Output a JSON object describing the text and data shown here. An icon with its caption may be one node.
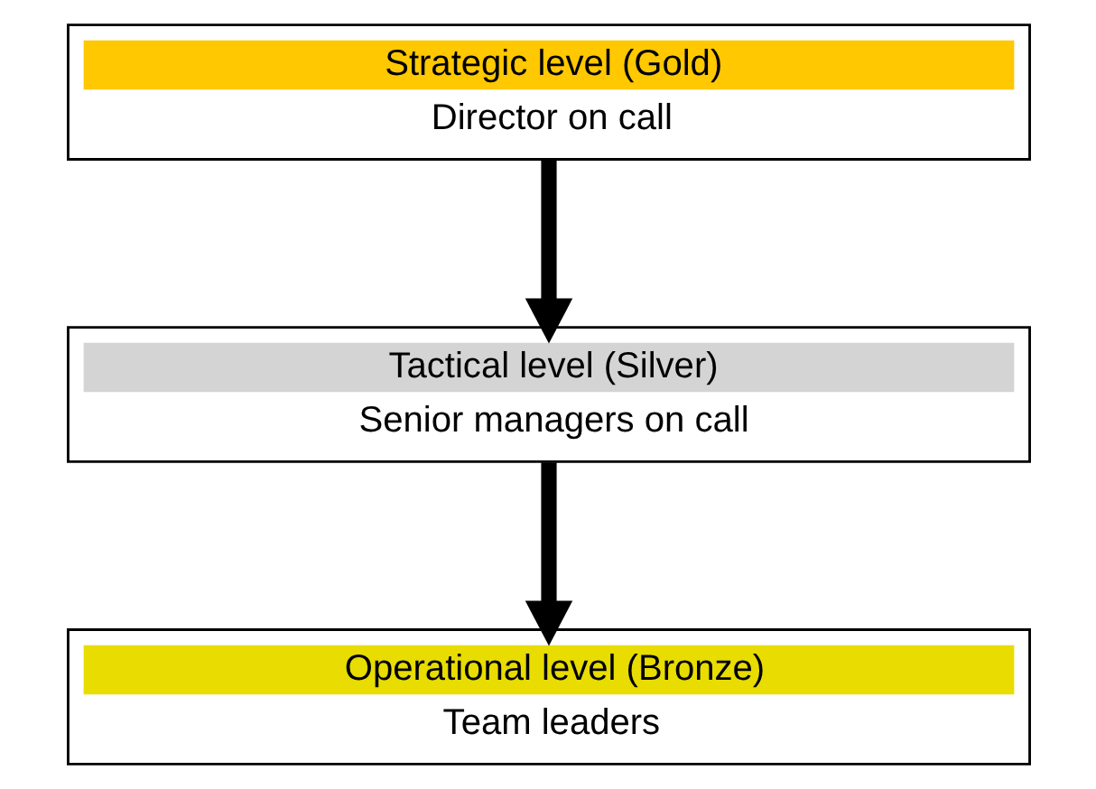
{
  "diagram": {
    "nodes": [
      {
        "text": [
          "Strategic level (Gold)",
          "Director on call"
        ]
      },
      {
        "text": [
          "Tactical level (Silver)",
          "Senior managers on call"
        ]
      },
      {
        "text": [
          "Operational level (Bronze)",
          "Team leaders"
        ]
      }
    ],
    "edges": [
      {
        "from": 0,
        "to": 1,
        "arrow": "to"
      },
      {
        "from": 1,
        "to": 2,
        "arrow": "to"
      }
    ]
  }
}
